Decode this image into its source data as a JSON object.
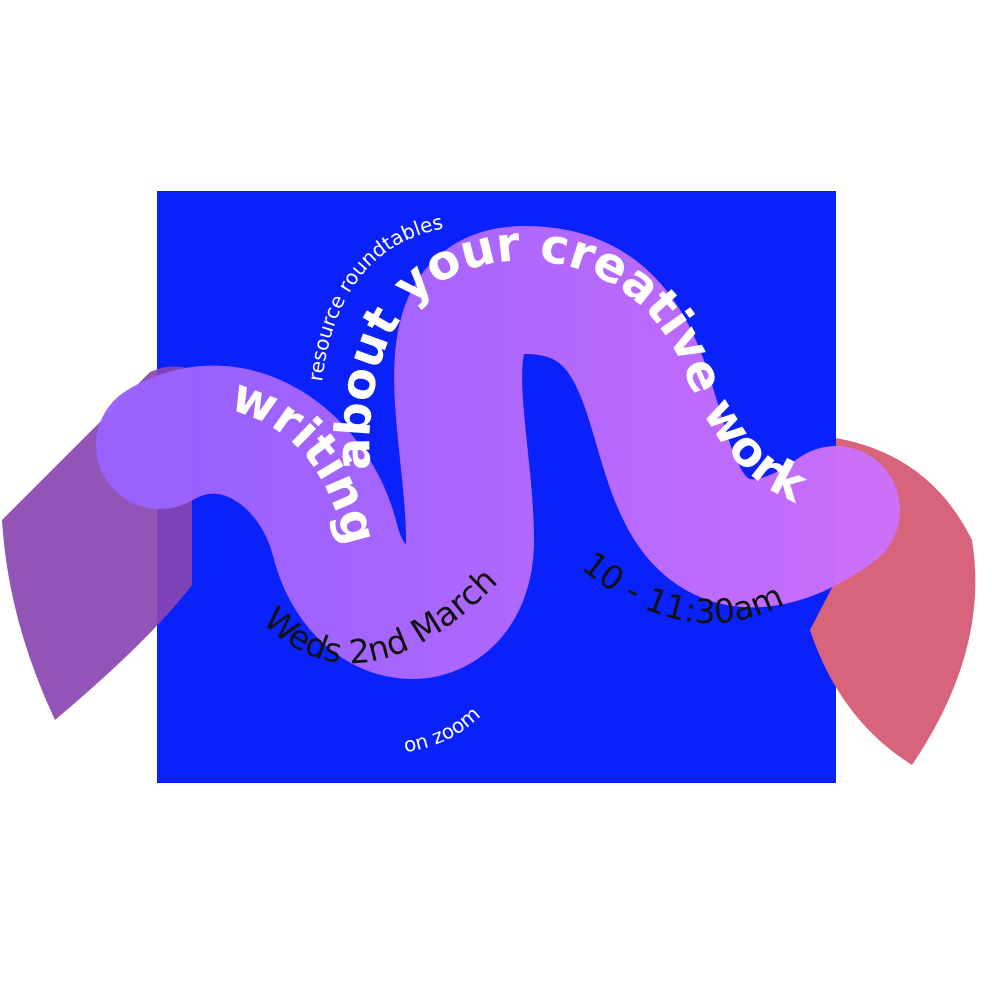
{
  "event": {
    "series": "resource roundtables",
    "title_word_1": "writing",
    "title_rest": "about your creative work",
    "date": "Weds 2nd March",
    "time": "10 - 11:30am",
    "location": "on zoom"
  },
  "colors": {
    "background": "#ffffff",
    "panel_blue": "#0b21fa",
    "ribbon_start": "#9a62ff",
    "ribbon_end": "#cc70fb",
    "left_petal": "#8a45b2",
    "right_petal": "#d8647c",
    "title_text": "#ffffff",
    "info_text": "#111111"
  }
}
